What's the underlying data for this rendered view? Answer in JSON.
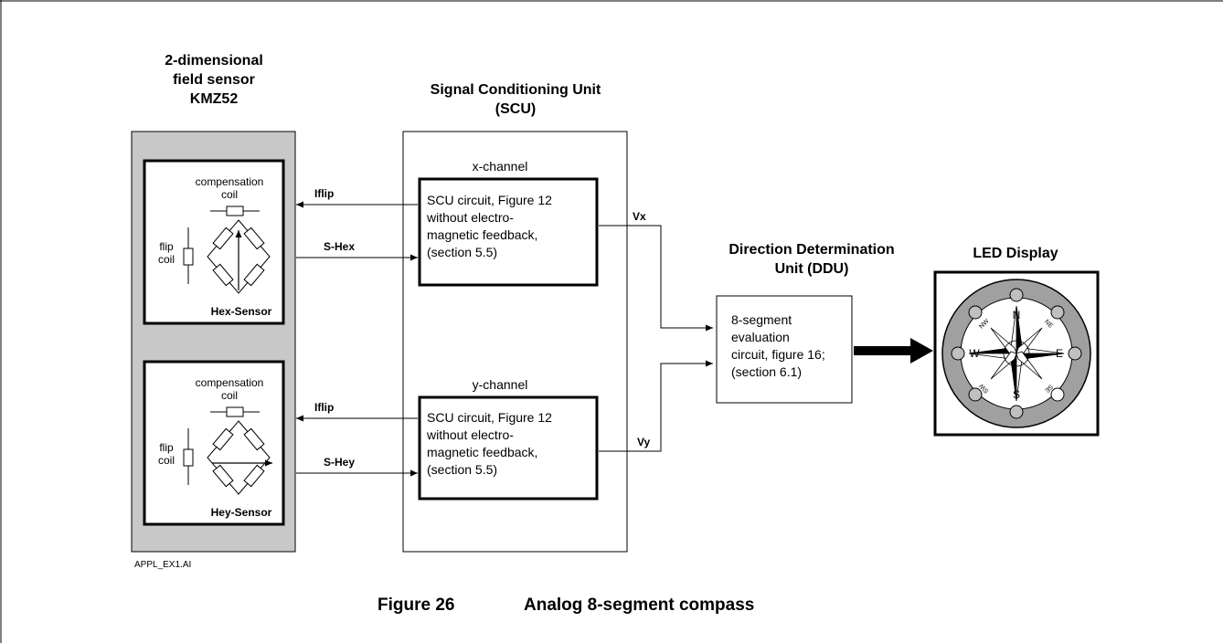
{
  "sensor": {
    "title_line1": "2-dimensional",
    "title_line2": "field sensor",
    "title_line3": "KMZ52",
    "hex": {
      "comp_line1": "compensation",
      "comp_line2": "coil",
      "flip_line1": "flip",
      "flip_line2": "coil",
      "name": "Hex-Sensor"
    },
    "hey": {
      "comp_line1": "compensation",
      "comp_line2": "coil",
      "flip_line1": "flip",
      "flip_line2": "coil",
      "name": "Hey-Sensor"
    }
  },
  "signals": {
    "iflip_x": "Iflip",
    "s_hex": "S-Hex",
    "iflip_y": "Iflip",
    "s_hey": "S-Hey",
    "vx": "Vx",
    "vy": "Vy"
  },
  "scu": {
    "title_line1": "Signal Conditioning Unit",
    "title_line2": "(SCU)",
    "x_channel": {
      "label": "x-channel",
      "line1": "SCU circuit, Figure 12",
      "line2": "without electro-",
      "line3": "magnetic feedback,",
      "line4": "(section 5.5)"
    },
    "y_channel": {
      "label": "y-channel",
      "line1": "SCU circuit, Figure 12",
      "line2": "without electro-",
      "line3": "magnetic feedback,",
      "line4": "(section 5.5)"
    }
  },
  "ddu": {
    "title_line1": "Direction Determination",
    "title_line2": "Unit (DDU)",
    "line1": "8-segment",
    "line2": "evaluation",
    "line3": "circuit, figure 16;",
    "line4": "(section 6.1)"
  },
  "led": {
    "title": "LED Display",
    "n": "N",
    "s": "S",
    "e": "E",
    "w": "W",
    "ne": "NE",
    "nw": "NW",
    "se": "SE",
    "sw": "SW",
    "lit_segment": "SE"
  },
  "figure_code": "APPL_EX1.AI",
  "caption": {
    "number": "Figure 26",
    "text": "Analog 8-segment compass"
  },
  "colors": {
    "sensor_panel": "#c8c8c8",
    "compass_face": "#a0a0a0",
    "led_off": "#c0c0c0",
    "led_on": "#ffffff"
  }
}
